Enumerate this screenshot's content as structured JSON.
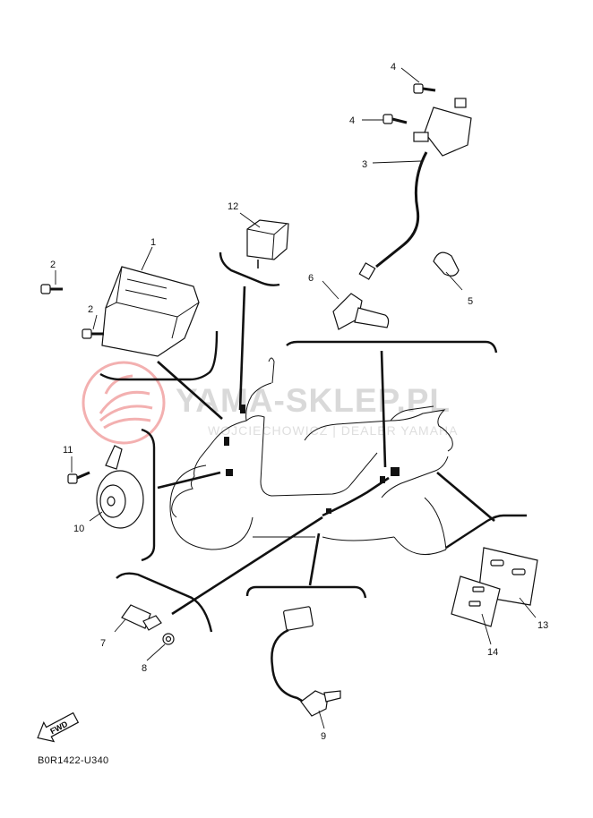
{
  "watermark": {
    "main": "YAMA-SKLEP.PL",
    "sub": "WOJCIECHOWICZ | DEALER YAMAHA"
  },
  "diagram_code": "B0R1422-U340",
  "fwd_label": "FWD",
  "callouts": {
    "c1": "1",
    "c2a": "2",
    "c2b": "2",
    "c3": "3",
    "c4a": "4",
    "c4b": "4",
    "c5": "5",
    "c6": "6",
    "c7": "7",
    "c8": "8",
    "c9": "9",
    "c10": "10",
    "c11": "11",
    "c12": "12",
    "c13": "13",
    "c14": "14"
  },
  "colors": {
    "line": "#111111",
    "watermark_text": "#d9d9d9",
    "watermark_logo": "#f0a0a0"
  }
}
